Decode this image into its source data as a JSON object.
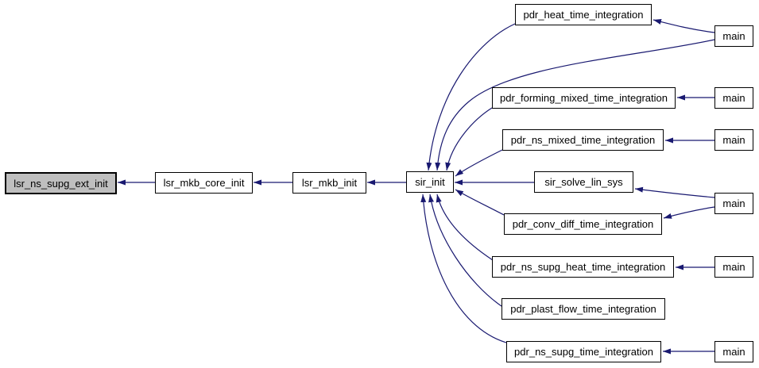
{
  "diagram": {
    "kind": "call-graph",
    "background_color": "#ffffff",
    "edge_color": "#191970",
    "node_fill": "#ffffff",
    "node_border": "#000000",
    "highlight_fill": "#bfbfbf"
  },
  "nodes": {
    "lsr_ns_supg_ext_init": {
      "label": "lsr_ns_supg_ext_init",
      "highlighted": true
    },
    "lsr_mkb_core_init": {
      "label": "lsr_mkb_core_init"
    },
    "lsr_mkb_init": {
      "label": "lsr_mkb_init"
    },
    "sir_init": {
      "label": "sir_init"
    },
    "pdr_heat_time_integration": {
      "label": "pdr_heat_time_integration"
    },
    "pdr_forming_mixed_time_integration": {
      "label": "pdr_forming_mixed_time_integration"
    },
    "pdr_ns_mixed_time_integration": {
      "label": "pdr_ns_mixed_time_integration"
    },
    "sir_solve_lin_sys": {
      "label": "sir_solve_lin_sys"
    },
    "pdr_conv_diff_time_integration": {
      "label": "pdr_conv_diff_time_integration"
    },
    "pdr_ns_supg_heat_time_integration": {
      "label": "pdr_ns_supg_heat_time_integration"
    },
    "pdr_plast_flow_time_integration": {
      "label": "pdr_plast_flow_time_integration"
    },
    "pdr_ns_supg_time_integration": {
      "label": "pdr_ns_supg_time_integration"
    },
    "main": {
      "label": "main"
    }
  },
  "edges": [
    {
      "from": "lsr_mkb_core_init",
      "to": "lsr_ns_supg_ext_init"
    },
    {
      "from": "lsr_mkb_init",
      "to": "lsr_mkb_core_init"
    },
    {
      "from": "sir_init",
      "to": "lsr_mkb_init"
    },
    {
      "from": "pdr_heat_time_integration",
      "to": "sir_init"
    },
    {
      "from": "main-1",
      "to": "sir_init"
    },
    {
      "from": "pdr_forming_mixed_time_integration",
      "to": "sir_init"
    },
    {
      "from": "pdr_ns_mixed_time_integration",
      "to": "sir_init"
    },
    {
      "from": "sir_solve_lin_sys",
      "to": "sir_init"
    },
    {
      "from": "pdr_conv_diff_time_integration",
      "to": "sir_init"
    },
    {
      "from": "pdr_ns_supg_heat_time_integration",
      "to": "sir_init"
    },
    {
      "from": "pdr_plast_flow_time_integration",
      "to": "sir_init"
    },
    {
      "from": "pdr_ns_supg_time_integration",
      "to": "sir_init"
    },
    {
      "from": "main-1",
      "to": "pdr_heat_time_integration"
    },
    {
      "from": "main-2",
      "to": "pdr_forming_mixed_time_integration"
    },
    {
      "from": "main-3",
      "to": "pdr_ns_mixed_time_integration"
    },
    {
      "from": "main-4",
      "to": "sir_solve_lin_sys"
    },
    {
      "from": "main-4",
      "to": "pdr_conv_diff_time_integration"
    },
    {
      "from": "main-5",
      "to": "pdr_ns_supg_heat_time_integration"
    },
    {
      "from": "main-6",
      "to": "pdr_ns_supg_time_integration"
    }
  ]
}
